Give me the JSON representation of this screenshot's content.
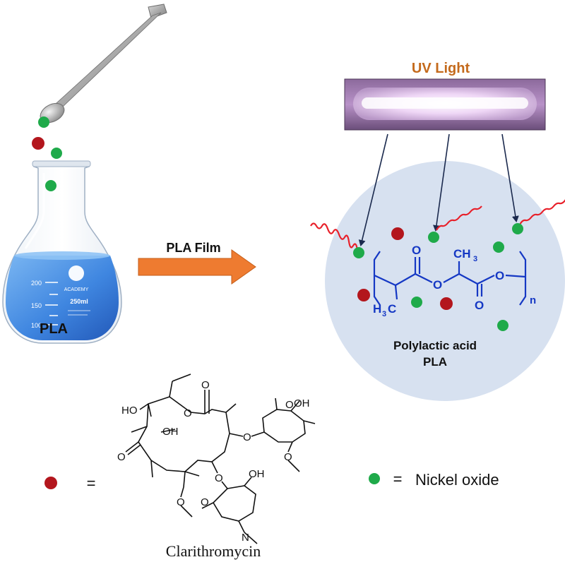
{
  "labels": {
    "uv_light": "UV Light",
    "pla_film": "PLA Film",
    "pla_flask": "PLA",
    "polylactic_acid": "Polylactic acid",
    "pla_circle": "PLA",
    "equals_red": "=",
    "equals_green": "=",
    "nickel_oxide": "Nickel oxide",
    "clarithromycin": "Clarithromycin"
  },
  "flask": {
    "brand": "ACADEMY",
    "volume": "250ml",
    "marks": [
      "200",
      "150",
      "100"
    ]
  },
  "structure_pla": {
    "o_carbonyl_1": "O",
    "o_ester": "O",
    "o_carbonyl_2": "O",
    "o_right": "O",
    "ch3_top": "CH",
    "ch3_top_sub": "3",
    "h3c_h": "H",
    "h3c_sub": "3",
    "h3c_c": "C",
    "repeat_n": "n"
  },
  "structure_clarithromycin": {
    "ho_left": "HO",
    "oh_ring": "OH",
    "oh_top_right": "OH",
    "oh_sugar": "OH",
    "n_amine": "N",
    "o_lactone_1": "O",
    "o_lactone_2": "O",
    "o_ketone": "O",
    "o_link_1": "O",
    "o_link_2": "O",
    "o_sugar_ring_1": "O",
    "o_sugar_ring_2": "O",
    "o_methoxy_1": "O",
    "o_methoxy_2": "O"
  },
  "colors": {
    "uv_label": "#c46a1c",
    "arrow_orange": "#ee7b30",
    "pla_blue": "#1538c4",
    "circle_fill": "#d7e1f0",
    "red_particle": "#b3161d",
    "green_particle": "#1faa4a",
    "wave_red": "#e8202a",
    "uv_glow": "#e7c8f2",
    "liquid_blue": "#3f86e0"
  }
}
